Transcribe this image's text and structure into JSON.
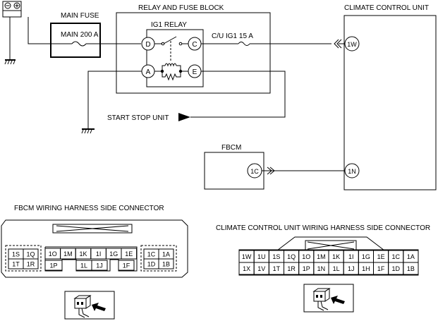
{
  "battery": {
    "neg_symbol": "⊖",
    "pos_symbol": "⊕"
  },
  "main_fuse": {
    "title": "MAIN FUSE",
    "label": "MAIN 200 A"
  },
  "relay_block": {
    "title": "RELAY AND FUSE BLOCK",
    "relay_label": "IG1 RELAY",
    "fuse_label": "C/U IG1 15 A",
    "terminals": {
      "d": "D",
      "c": "C",
      "a": "A",
      "e": "E"
    }
  },
  "climate_unit": {
    "title": "CLIMATE CONTROL UNIT",
    "terminal_1w": "1W",
    "terminal_1n": "1N"
  },
  "start_stop": {
    "label": "START STOP UNIT"
  },
  "fbcm": {
    "title": "FBCM",
    "terminal_1c": "1C"
  },
  "fbcm_connector": {
    "title": "FBCM WIRING HARNESS SIDE CONNECTOR",
    "left_top": [
      "1S",
      "1Q"
    ],
    "left_bottom": [
      "1T",
      "1R"
    ],
    "mid_top": [
      "1O",
      "1M",
      "1K",
      "1I",
      "1G",
      "1E"
    ],
    "mid_bottom": [
      "1P",
      "1L",
      "1J",
      "1F"
    ],
    "right_top": [
      "1C",
      "1A"
    ],
    "right_bottom": [
      "1D",
      "1B"
    ]
  },
  "ccu_connector": {
    "title": "CLIMATE CONTROL UNIT WIRING HARNESS SIDE CONNECTOR",
    "top": [
      "1W",
      "1U",
      "1S",
      "1Q",
      "1O",
      "1M",
      "1K",
      "1I",
      "1G",
      "1E",
      "1C",
      "1A"
    ],
    "bottom": [
      "1X",
      "1V",
      "1T",
      "1R",
      "1P",
      "1N",
      "1L",
      "1J",
      "1H",
      "1F",
      "1D",
      "1B"
    ]
  }
}
